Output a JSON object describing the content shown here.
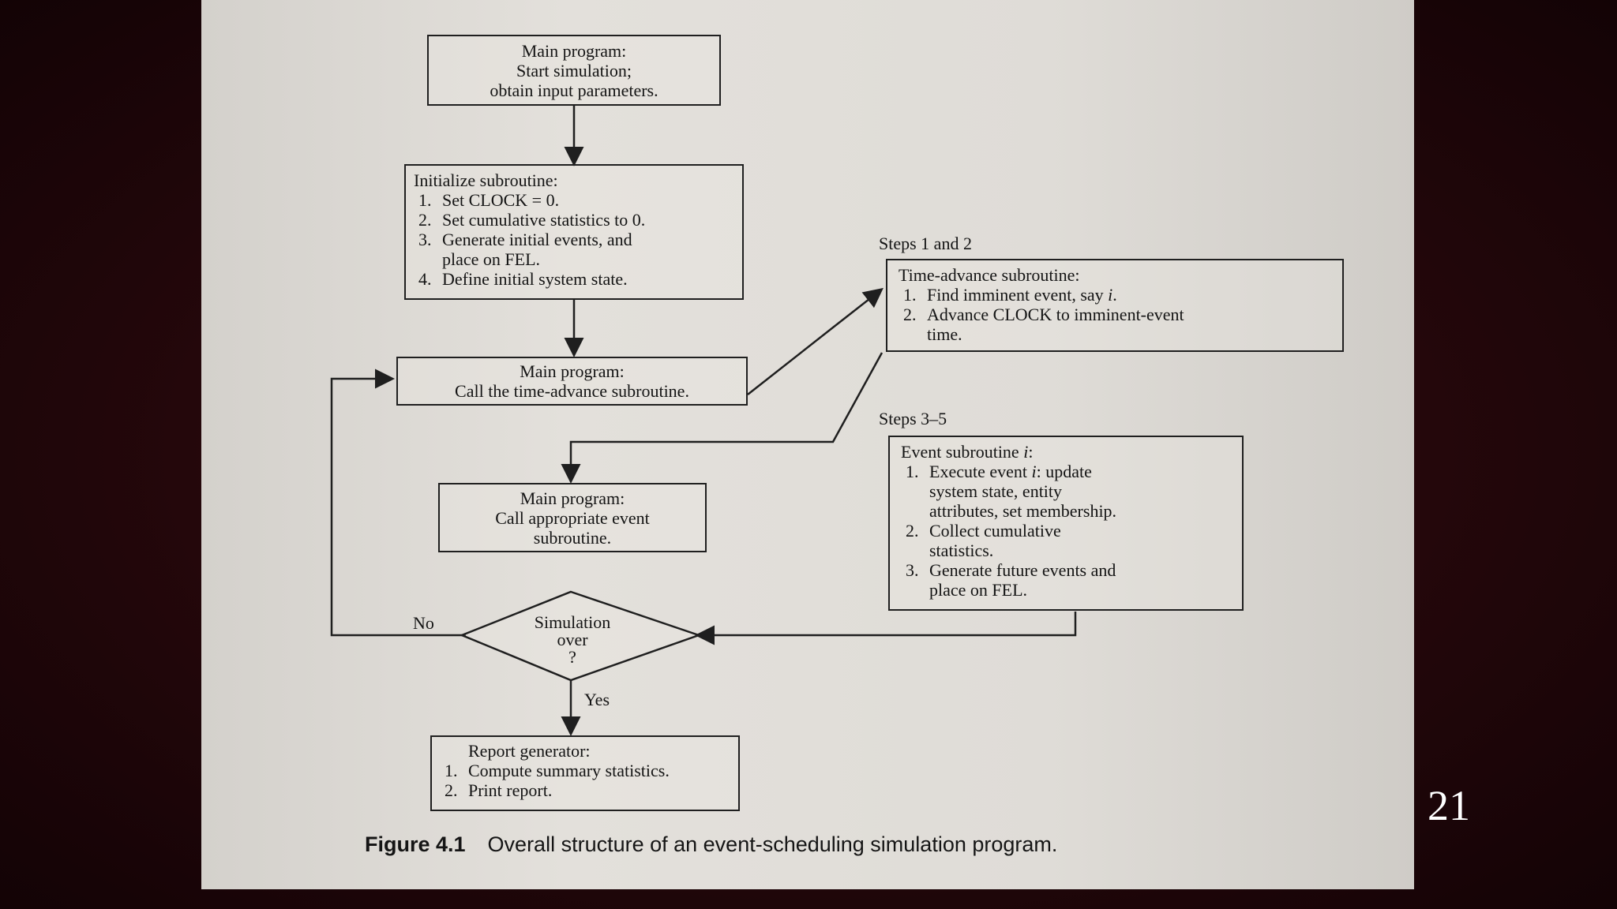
{
  "boxes": {
    "start": {
      "line1": "Main program:",
      "line2": "Start simulation;",
      "line3": "obtain input parameters."
    },
    "initialize": {
      "title": "Initialize subroutine:",
      "items": [
        {
          "num": "1.",
          "text": "Set CLOCK = 0."
        },
        {
          "num": "2.",
          "text": "Set cumulative statistics to 0."
        },
        {
          "num": "3.",
          "text": "Generate initial events, and"
        },
        {
          "num": "",
          "text": "place on FEL."
        },
        {
          "num": "4.",
          "text": "Define initial system state."
        }
      ]
    },
    "time_call": {
      "line1": "Main program:",
      "line2": "Call the time-advance subroutine."
    },
    "event_call": {
      "line1": "Main program:",
      "line2": "Call appropriate event",
      "line3": "subroutine."
    },
    "decision": {
      "line1": "Simulation",
      "line2": "over",
      "line3": "?"
    },
    "report": {
      "title": "Report generator:",
      "items": [
        {
          "num": "1.",
          "text": "Compute summary statistics."
        },
        {
          "num": "2.",
          "text": "Print report."
        }
      ]
    },
    "time_advance": {
      "title": "Time-advance subroutine:",
      "items": [
        {
          "num": "1.",
          "text": "Find imminent event, say",
          "var": "i",
          "end": "."
        },
        {
          "num": "2.",
          "text": "Advance CLOCK to imminent-event"
        },
        {
          "num": "",
          "text": "time."
        }
      ]
    },
    "event_sub": {
      "title": "Event subroutine",
      "title_var": "i",
      "title_end": ":",
      "items": [
        {
          "num": "1.",
          "text": "Execute event",
          "var": "i",
          "end": ": update"
        },
        {
          "num": "",
          "text": "system state, entity"
        },
        {
          "num": "",
          "text": "attributes, set membership."
        },
        {
          "num": "2.",
          "text": "Collect cumulative"
        },
        {
          "num": "",
          "text": "statistics."
        },
        {
          "num": "3.",
          "text": "Generate future events and"
        },
        {
          "num": "",
          "text": "place on FEL."
        }
      ]
    }
  },
  "labels": {
    "steps_1_2": "Steps 1 and 2",
    "steps_3_5": "Steps 3–5",
    "no": "No",
    "yes": "Yes"
  },
  "caption": {
    "figure": "Figure 4.1",
    "text": "Overall structure of an event-scheduling simulation program."
  },
  "page_number": "21",
  "colors": {
    "background": "#24070b",
    "page": "#e0ddd8",
    "ink": "#1f1f1f",
    "page_number": "#ffffff"
  }
}
